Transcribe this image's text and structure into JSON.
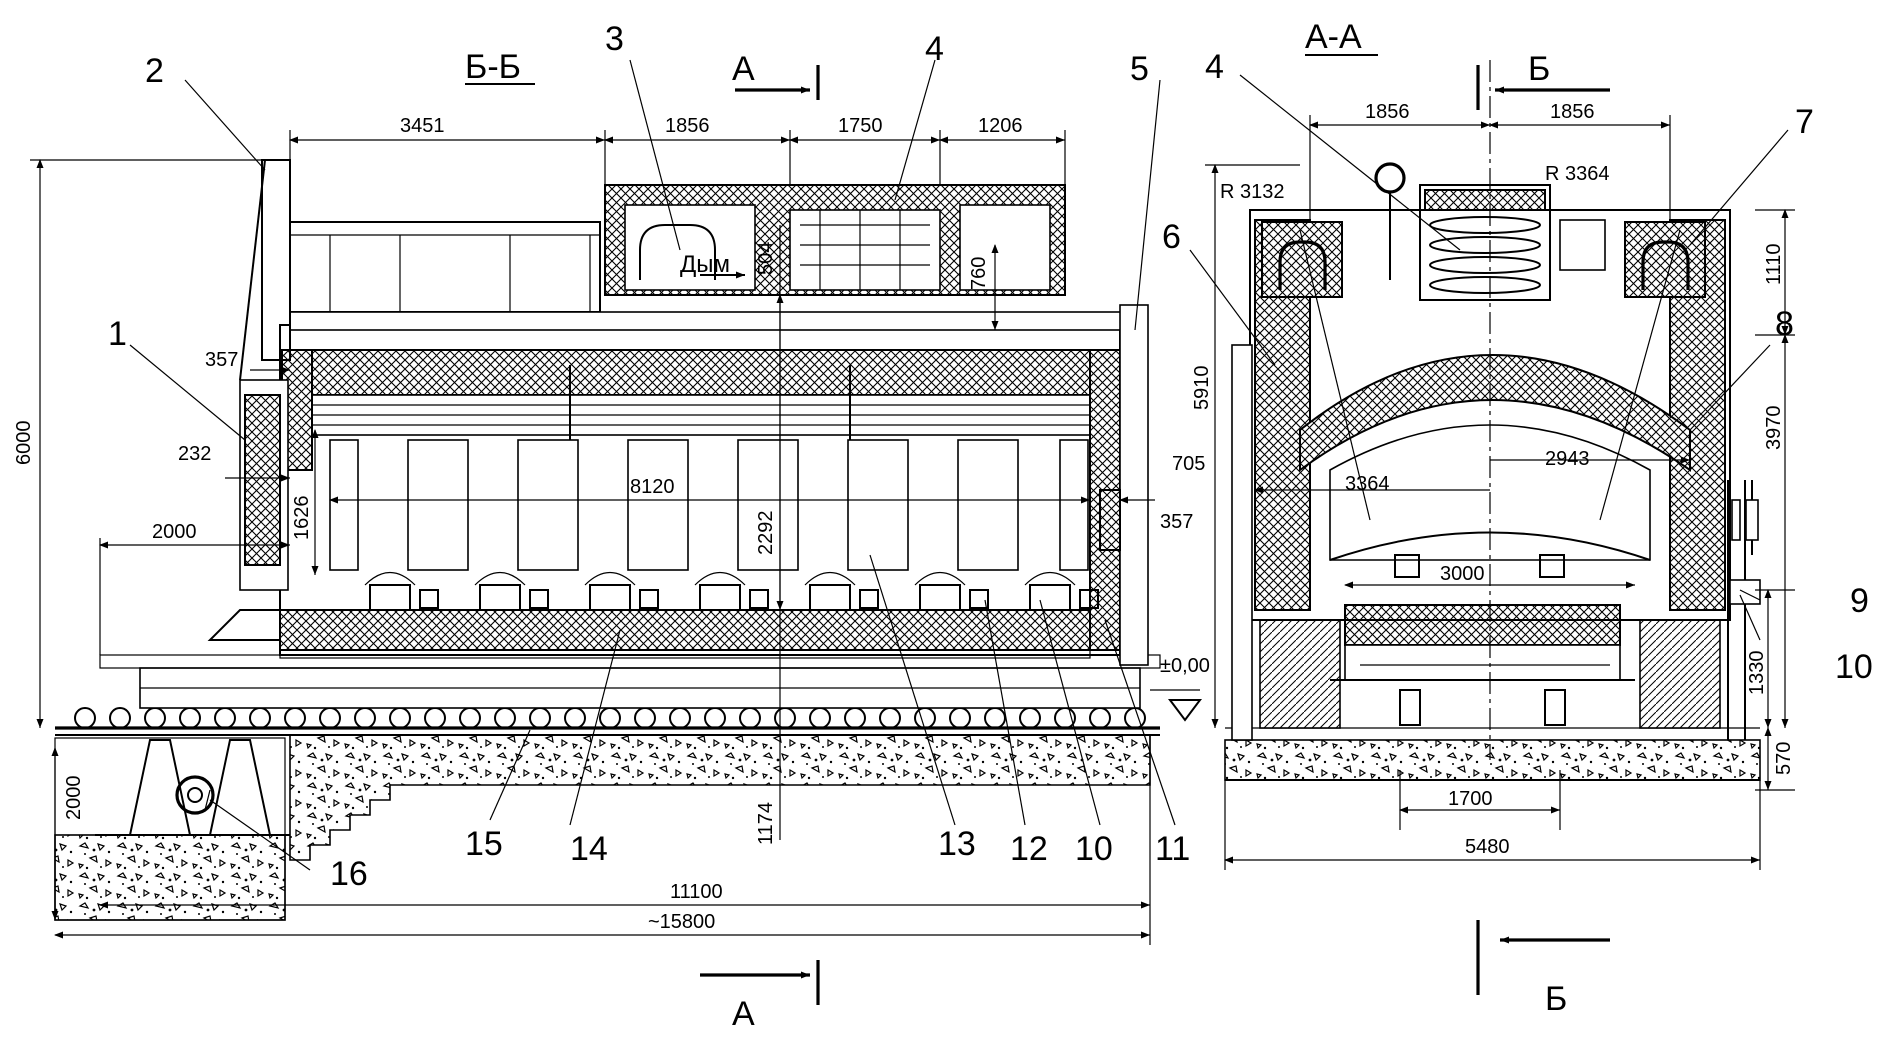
{
  "sections": {
    "left_title": "Б-Б",
    "right_title": "А-А",
    "cut_a": "А",
    "cut_b": "Б",
    "smoke_label": "Дым"
  },
  "callouts": {
    "c1": "1",
    "c2": "2",
    "c3": "3",
    "c4a": "4",
    "c4b": "4",
    "c5": "5",
    "c6": "6",
    "c7": "7",
    "c8": "8",
    "c9": "9",
    "c10a": "10",
    "c10b": "10",
    "c11": "11",
    "c12": "12",
    "c13": "13",
    "c14": "14",
    "c15": "15",
    "c16": "16"
  },
  "dims_left": {
    "d3451": "3451",
    "d1856": "1856",
    "d1750": "1750",
    "d1206": "1206",
    "d504": "504",
    "d760": "760",
    "d357a": "357",
    "d232": "232",
    "d8120": "8120",
    "d2000a": "2000",
    "d1626": "1626",
    "d2292": "2292",
    "d357b": "357",
    "d6000": "6000",
    "d000": "±0,00",
    "d1174": "1174",
    "d2000b": "2000",
    "d11100": "11100",
    "d15800": "~15800"
  },
  "dims_right": {
    "d1856a": "1856",
    "d1856b": "1856",
    "r3132": "R 3132",
    "r3364": "R 3364",
    "d5910": "5910",
    "d1110": "1110",
    "d3970": "3970",
    "d705": "705",
    "d3364": "3364",
    "d2943": "2943",
    "d3000": "3000",
    "d1330": "1330",
    "d570": "570",
    "d1700": "1700",
    "d5480": "5480"
  }
}
